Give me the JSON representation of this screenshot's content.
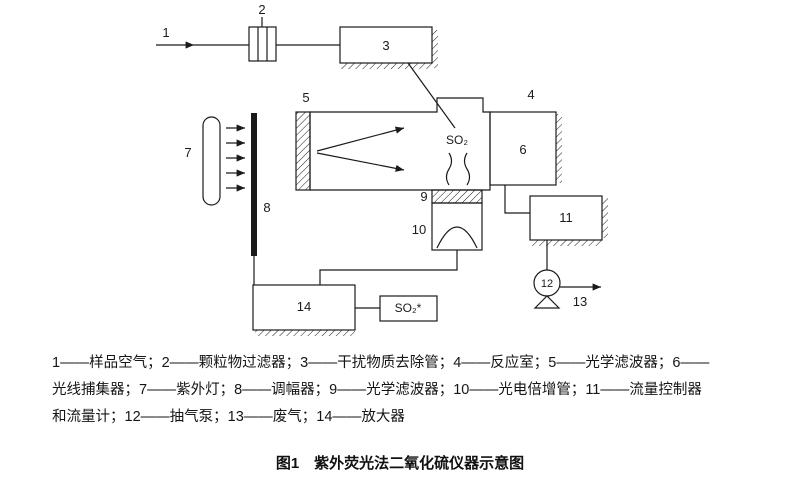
{
  "colors": {
    "ink": "#1a1a1a",
    "background": "#ffffff"
  },
  "diagram": {
    "part_numbers": {
      "p1": "1",
      "p2": "2",
      "p3": "3",
      "p4": "4",
      "p5": "5",
      "p6": "6",
      "p7": "7",
      "p8": "8",
      "p9": "9",
      "p10": "10",
      "p11": "11",
      "p12": "12",
      "p13": "13",
      "p14": "14"
    },
    "so2_label": "SO₂",
    "so2_output_label": "SO₂*"
  },
  "legend": {
    "line1": "1——样品空气；2——颗粒物过滤器；3——干扰物质去除管；4——反应室；5——光学滤波器；6——",
    "line2": "光线捕集器；7——紫外灯；8——调幅器；9——光学滤波器；10——光电倍增管；11——流量控制器",
    "line3": "和流量计；12——抽气泵；13——废气；14——放大器"
  },
  "caption": "图1　紫外荧光法二氧化硫仪器示意图"
}
